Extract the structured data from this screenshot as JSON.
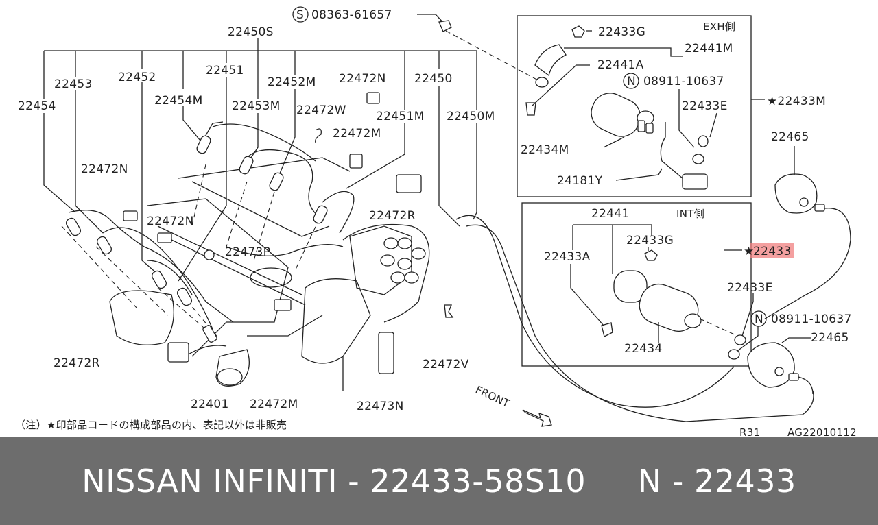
{
  "diagram": {
    "labels": {
      "bolt_s": "S",
      "bolt_s_code": "08363-61657",
      "n22450S": "22450S",
      "n22453": "22453",
      "n22452": "22452",
      "n22451": "22451",
      "n22452M": "22452M",
      "n22472N_top": "22472N",
      "n22450": "22450",
      "n22454": "22454",
      "n22454M": "22454M",
      "n22453M": "22453M",
      "n22472W": "22472W",
      "n22451M": "22451M",
      "n22450M": "22450M",
      "n22472M_top": "22472M",
      "n22472N_left": "22472N",
      "n22472N_mid": "22472N",
      "n22472R_top": "22472R",
      "n22473P": "22473P",
      "n22472R_bot": "22472R",
      "n22401": "22401",
      "n22472M_bot": "22472M",
      "n22473N": "22473N",
      "n22472V": "22472V",
      "front": "FRONT",
      "note": "（注）★印部品コードの構成部品の内、表記以外は非販売",
      "exh_box_title": "EXH側",
      "n22433G_exh": "22433G",
      "n22441M": "22441M",
      "n22441A": "22441A",
      "nut_n_exh": "N",
      "nut_code_exh": "08911-10637",
      "n22433E_exh": "22433E",
      "n22434M": "22434M",
      "n24181Y": "24181Y",
      "n22433M": "★22433M",
      "n22465_top": "22465",
      "int_box_title": "INT側",
      "n22441": "22441",
      "n22433G_int": "22433G",
      "n22433A": "22433A",
      "n22433_star": "★",
      "n22433": "22433",
      "n22434": "22434",
      "n22433E_right": "22433E",
      "nut_n_right": "N",
      "nut_code_right": "08911-10637",
      "n22465_bot": "22465",
      "ref_r31": "R31",
      "ref_code": "AG22010112"
    }
  },
  "footer": {
    "title": "NISSAN INFINITI - 22433-58S10     N - 22433"
  },
  "colors": {
    "highlight": "#f08080",
    "footer_bg": "#6d6d6d",
    "footer_text": "#ffffff"
  }
}
